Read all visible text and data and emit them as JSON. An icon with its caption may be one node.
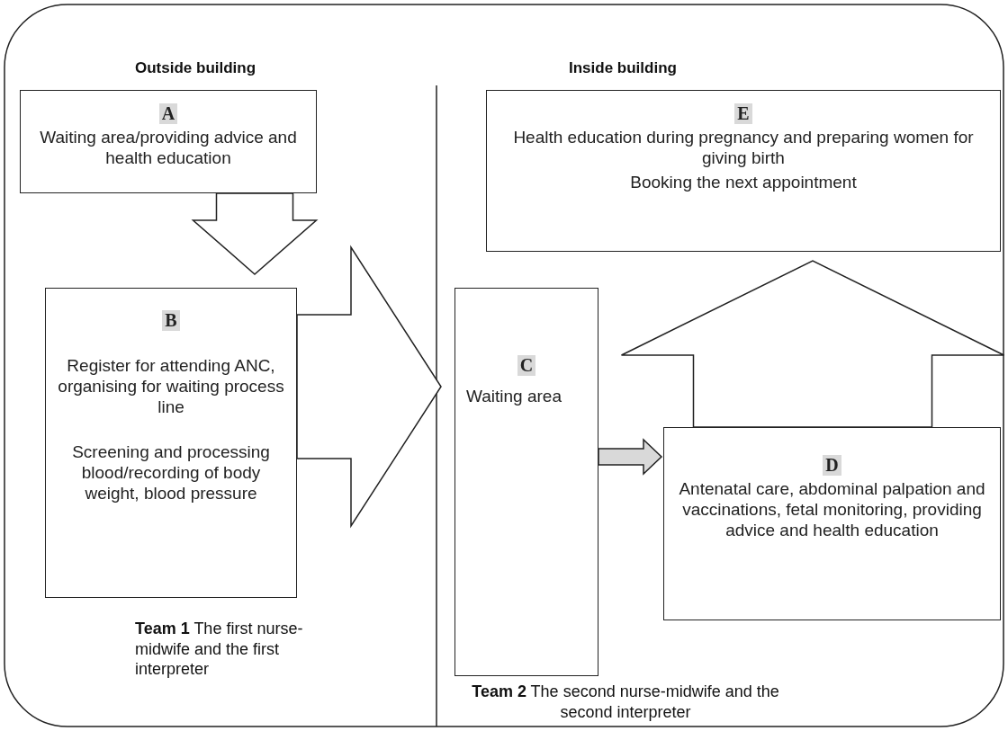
{
  "diagram": {
    "nodes": [
      {
        "text": [
          "A",
          "Waiting area/providing advice and health education"
        ]
      },
      {
        "text": [
          "B",
          "Register for attending ANC, organising for waiting process line",
          "Screening and processing blood/recording of body weight, blood pressure"
        ]
      },
      {
        "text": [
          "C",
          "Waiting area"
        ]
      },
      {
        "text": [
          "D",
          "Antenatal care, abdominal palpation and vaccinations, fetal monitoring, providing advice and health education"
        ]
      },
      {
        "text": [
          "E",
          "Health education during pregnancy and preparing women for giving birth",
          "Booking the next appointment"
        ]
      }
    ],
    "edges": [
      {
        "from": 0,
        "to": 1,
        "arrow": "to"
      },
      {
        "from": 1,
        "to": 2,
        "arrow": "to"
      },
      {
        "from": 2,
        "to": 3,
        "arrow": "to",
        "color": "#d9d9d9"
      },
      {
        "from": 3,
        "to": 4,
        "arrow": "to"
      }
    ],
    "labels": [
      "Outside building",
      "Inside building",
      "**Team 1** The first nurse-midwife and the first interpreter",
      "**Team 2** The second nurse-midwife and the second interpreter"
    ]
  }
}
